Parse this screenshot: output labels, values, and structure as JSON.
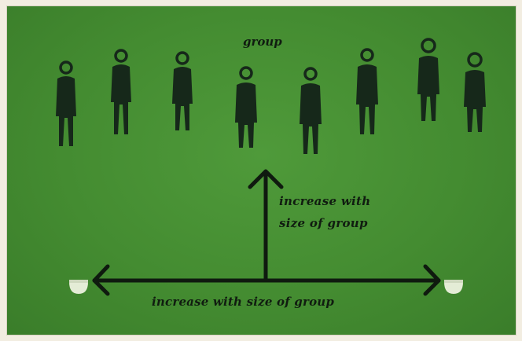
{
  "diagram": {
    "title": "group",
    "vertical_label_line1": "increase with",
    "vertical_label_line2": "size of group",
    "horizontal_label": "increase with size of group",
    "people_count": 8,
    "colors": {
      "background": "#448c31",
      "figure": "#16281a",
      "arrow": "#0f1a0f",
      "end_marker": "#e4ecd6"
    },
    "icons": [
      "person-icon",
      "arrow-up-icon",
      "arrow-left-icon",
      "arrow-right-icon",
      "cup-icon"
    ]
  }
}
